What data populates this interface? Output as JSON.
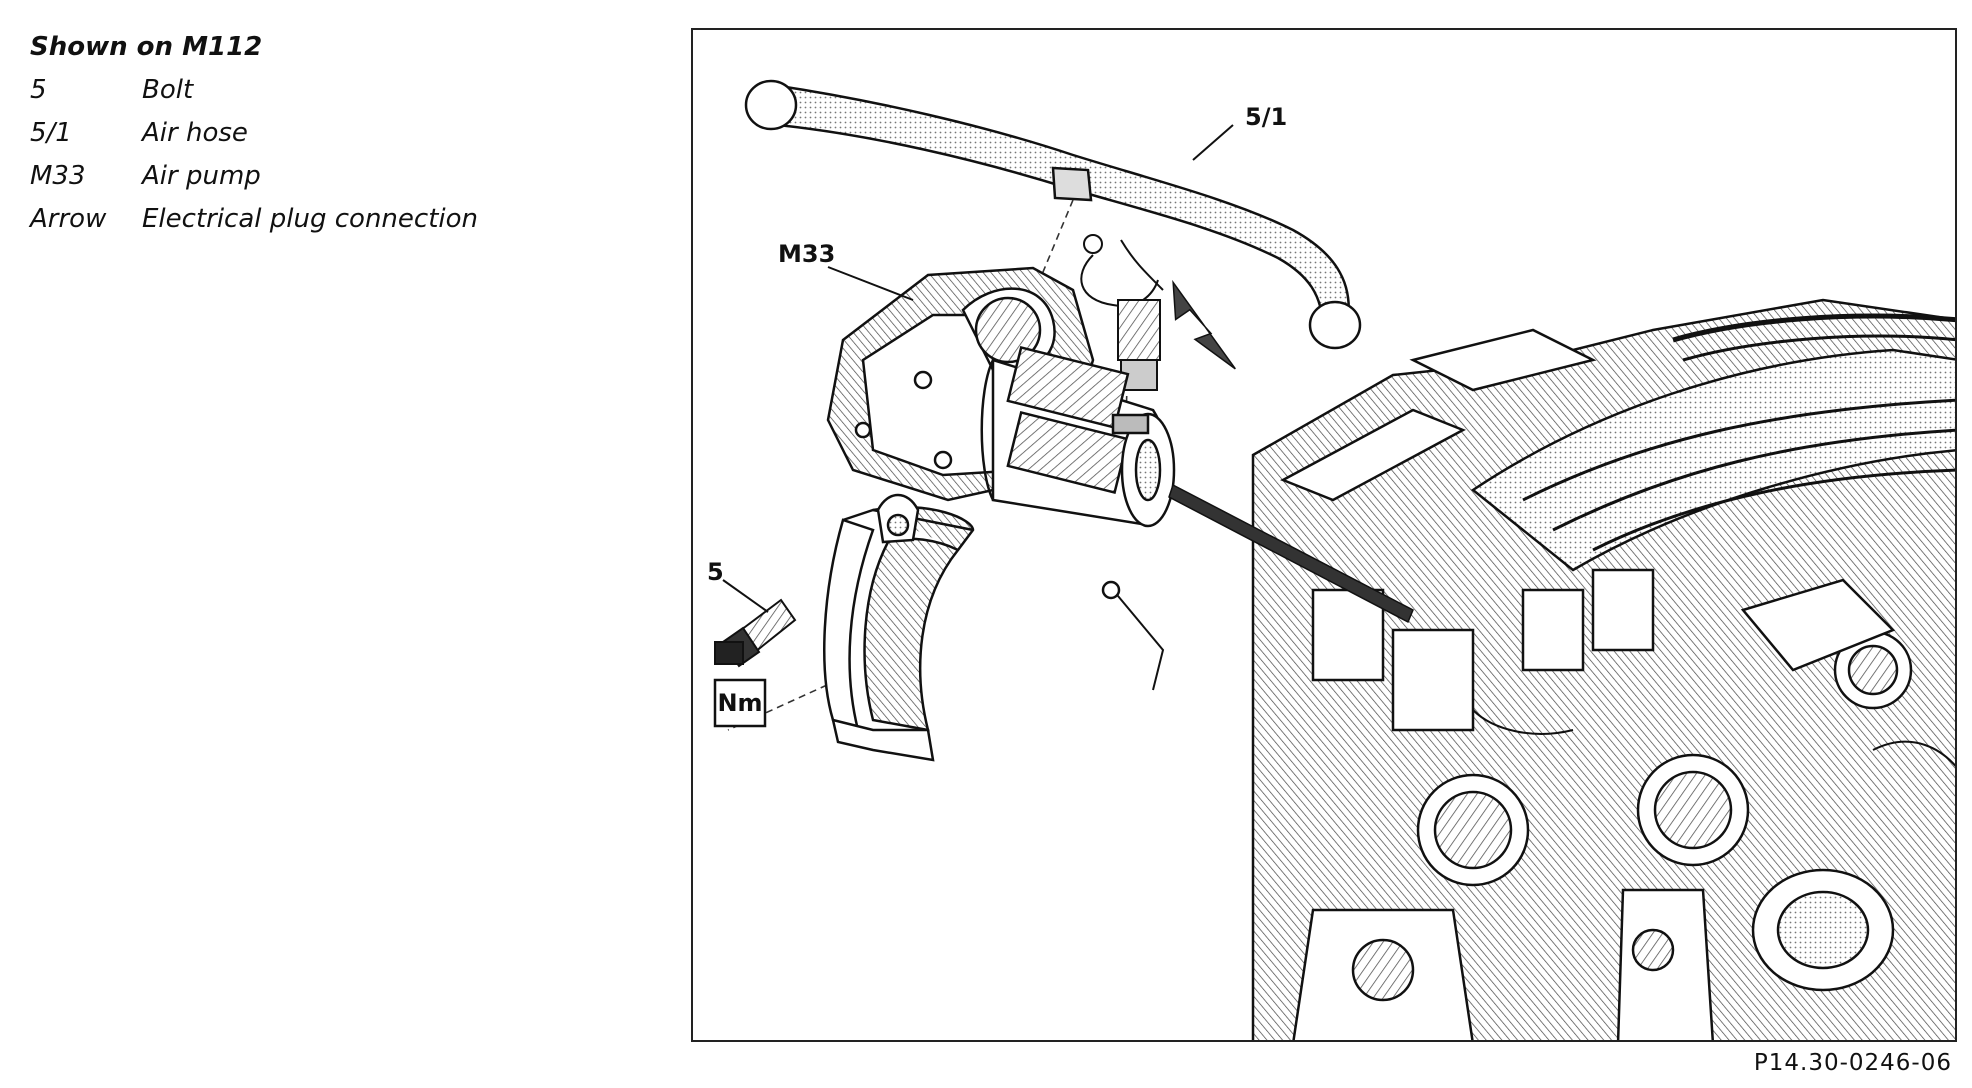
{
  "legend": {
    "title": "Shown on M112",
    "items": [
      {
        "key": "5",
        "label": "Bolt"
      },
      {
        "key": "5/1",
        "label": "Air hose"
      },
      {
        "key": "M33",
        "label": "Air pump"
      },
      {
        "key": "Arrow",
        "label": "Electrical plug connection"
      }
    ]
  },
  "figure": {
    "callouts": {
      "hose": "5/1",
      "pump": "M33",
      "bolt": "5"
    },
    "torque_symbol": "Nm",
    "figure_id": "P14.30-0246-06"
  }
}
